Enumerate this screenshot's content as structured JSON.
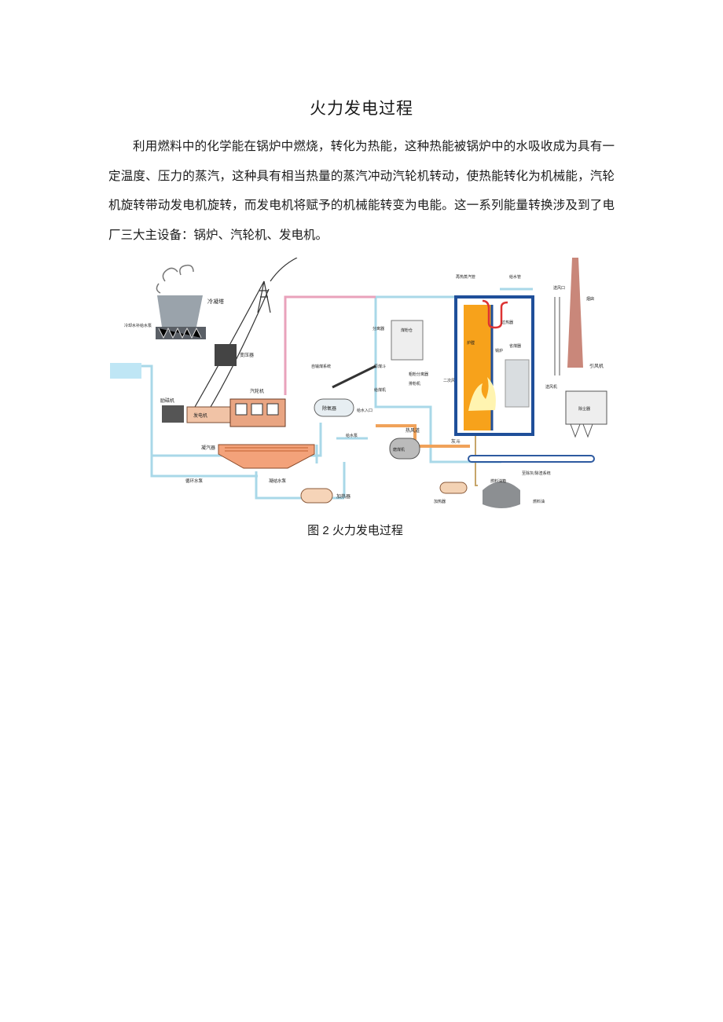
{
  "title": "火力发电过程",
  "paragraph": "利用燃料中的化学能在锅炉中燃烧，转化为热能，这种热能被锅炉中的水吸收成为具有一定温度、压力的蒸汽，这种具有相当热量的蒸汽冲动汽轮机转动，使热能转化为机械能，汽轮机旋转带动发电机旋转，而发电机将赋予的机械能转变为电能。这一系列能量转换涉及到了电厂三大主设备：锅炉、汽轮机、发电机。",
  "caption": "图 2 火力发电过程",
  "diagram_labels": {
    "cooling_tower": "冷凝塔",
    "cooling_water": "冷却水补给水泵",
    "transformer": "变压器",
    "exciter": "励磁机",
    "generator": "发电机",
    "turbine": "汽轮机",
    "condenser": "凝汽器",
    "circ_pump": "循环水泵",
    "condensate_pump": "凝结水泵",
    "heater_low": "加热器",
    "deaerator": "除氧器",
    "feed_pump": "给水泵",
    "feed_inlet": "给水入口",
    "coal_conveyor": "自输煤系统",
    "coal_bunker": "煤粉仓",
    "separator": "分离器",
    "raw_coal": "原煤斗",
    "coal_feeder": "给煤机",
    "separator2": "粗粉分离器",
    "pulverizer_fan": "排粉机",
    "secondary_air": "二次风",
    "hot_air": "热风道",
    "mill": "磨煤机",
    "ash_hopper": "灰斗",
    "furnace": "炉膛",
    "boiler": "锅炉",
    "reheat_pipe": "再热蒸汽管",
    "feed_pipe": "给水管",
    "superheater": "过热器",
    "economizer": "省煤器",
    "fan_inlet": "送风口",
    "chimney": "烟囱",
    "induced_fan": "引风机",
    "forced_fan": "送风机",
    "dust": "除尘器",
    "ash_system": "至除灰/除渣系统",
    "fuel_tank": "燃料油箱",
    "heater_oil": "加热器",
    "fuel_oil": "燃料油"
  }
}
